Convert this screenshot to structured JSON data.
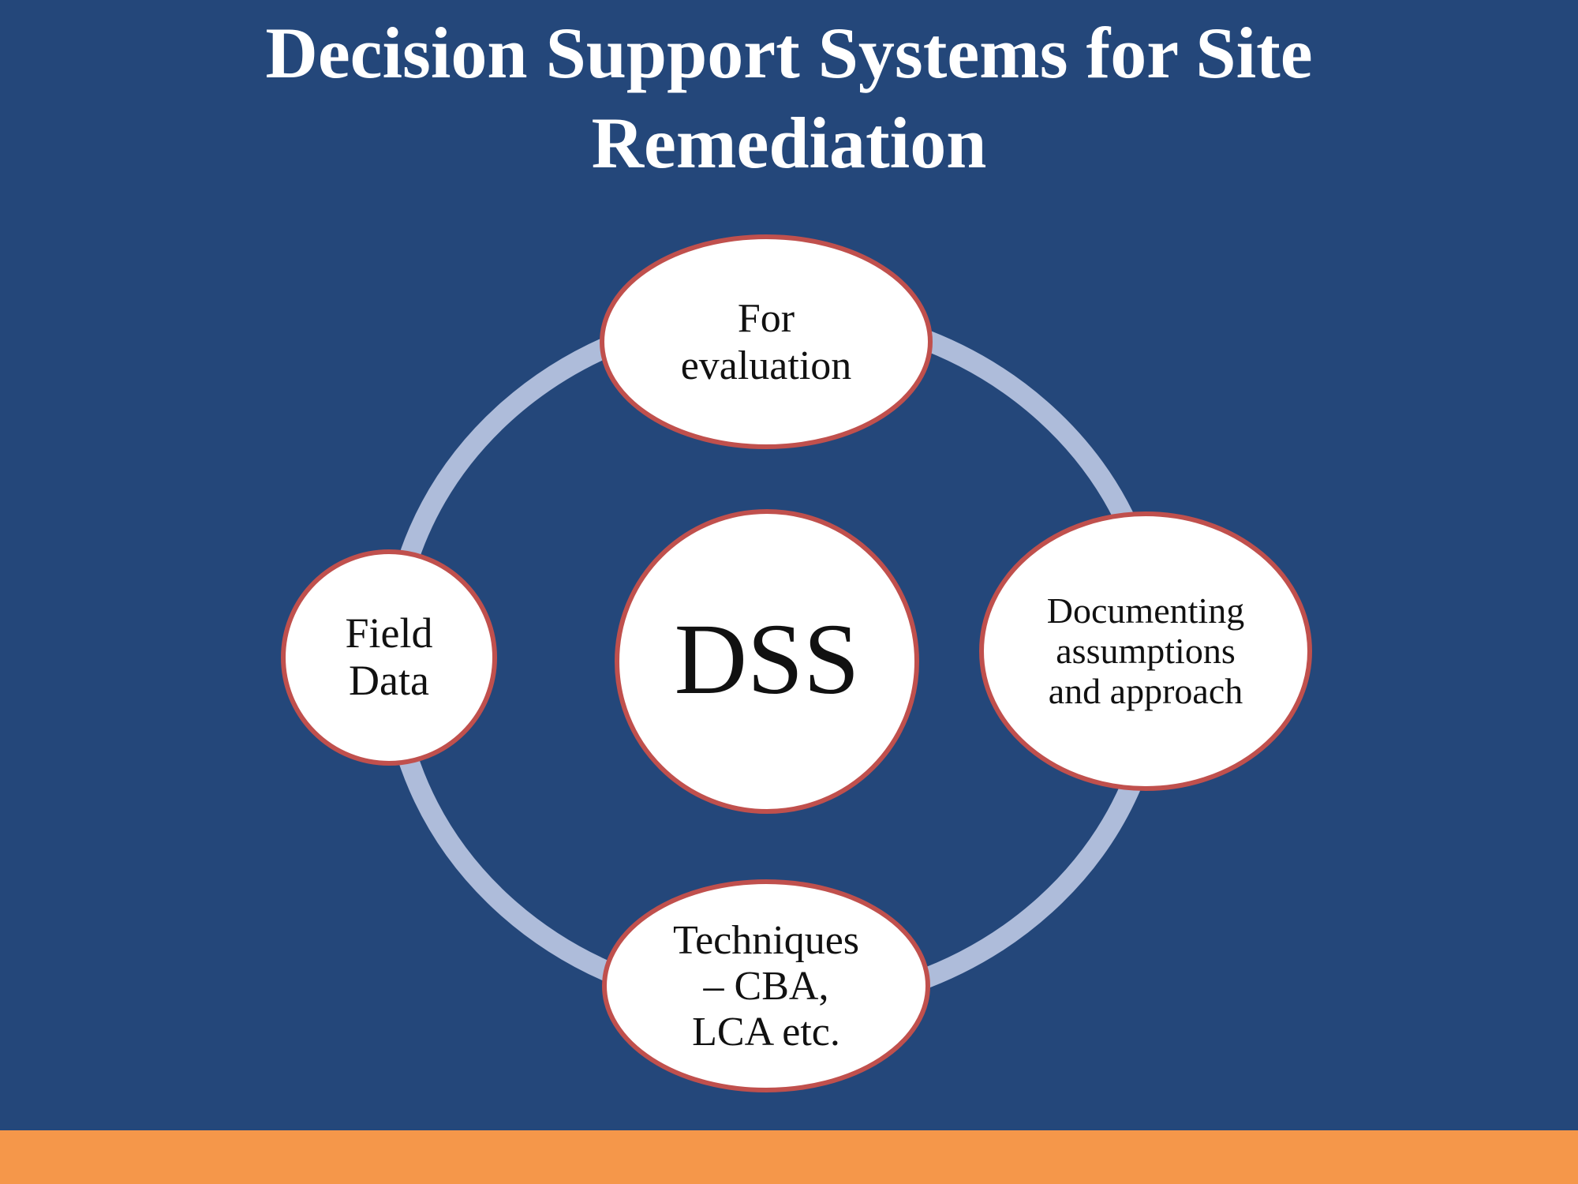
{
  "slide": {
    "title_line1": "Decision Support Systems for Site",
    "title_line2": "Remediation"
  },
  "diagram": {
    "center": {
      "label": "DSS"
    },
    "nodes": [
      {
        "id": "top",
        "lines": [
          "For",
          "evaluation"
        ]
      },
      {
        "id": "right",
        "lines": [
          "Documenting",
          "assumptions",
          "and approach"
        ]
      },
      {
        "id": "bottom",
        "lines": [
          "Techniques",
          "– CBA,",
          "LCA etc."
        ]
      },
      {
        "id": "left",
        "lines": [
          "Field",
          "Data"
        ]
      }
    ]
  },
  "colors": {
    "background": "#24477a",
    "ring": "#aebcda",
    "node_fill": "#ffffff",
    "node_border": "#c0504d",
    "footer_bar": "#f5974a",
    "title_text": "#ffffff"
  }
}
